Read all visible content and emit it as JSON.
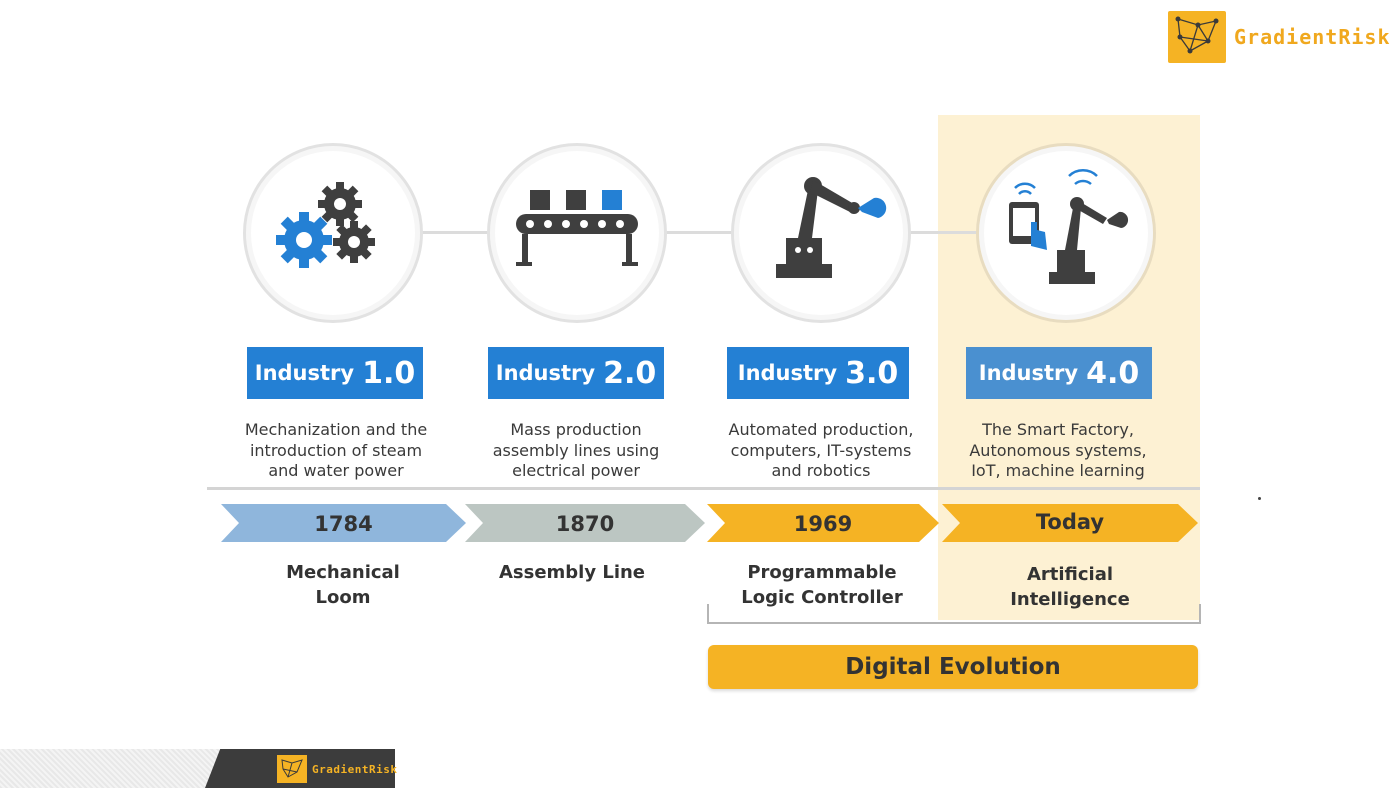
{
  "brand": {
    "name": "GradientRisk",
    "footer_name": "GradientRisk"
  },
  "stages": [
    {
      "label_word": "Industry",
      "label_num": "1.0",
      "description": [
        "Mechanization and the",
        "introduction of steam",
        "and water power"
      ],
      "year": "1784",
      "milestone": [
        "Mechanical",
        "Loom"
      ],
      "icon": "gears-icon"
    },
    {
      "label_word": "Industry",
      "label_num": "2.0",
      "description": [
        "Mass production",
        "assembly lines using",
        "electrical power"
      ],
      "year": "1870",
      "milestone": [
        "Assembly Line"
      ],
      "icon": "conveyor-belt-icon"
    },
    {
      "label_word": "Industry",
      "label_num": "3.0",
      "description": [
        "Automated production,",
        "computers, IT-systems",
        "and robotics"
      ],
      "year": "1969",
      "milestone": [
        "Programmable",
        "Logic Controller"
      ],
      "icon": "robot-arm-icon"
    },
    {
      "label_word": "Industry",
      "label_num": "4.0",
      "description": [
        "The Smart Factory,",
        "Autonomous systems,",
        "IoT, machine learning"
      ],
      "year": "Today",
      "milestone": [
        "Artificial",
        "Intelligence"
      ],
      "icon": "smart-robot-icon"
    }
  ],
  "digital_evolution": "Digital Evolution",
  "colors": {
    "label_blue": "#2480d4",
    "label_blue_muted": "#4a90d0",
    "accent_orange": "#f5b324",
    "arrow_blue": "#8fb6dc",
    "arrow_gray": "#bcc6c2",
    "highlight": "#fdf1d3"
  }
}
